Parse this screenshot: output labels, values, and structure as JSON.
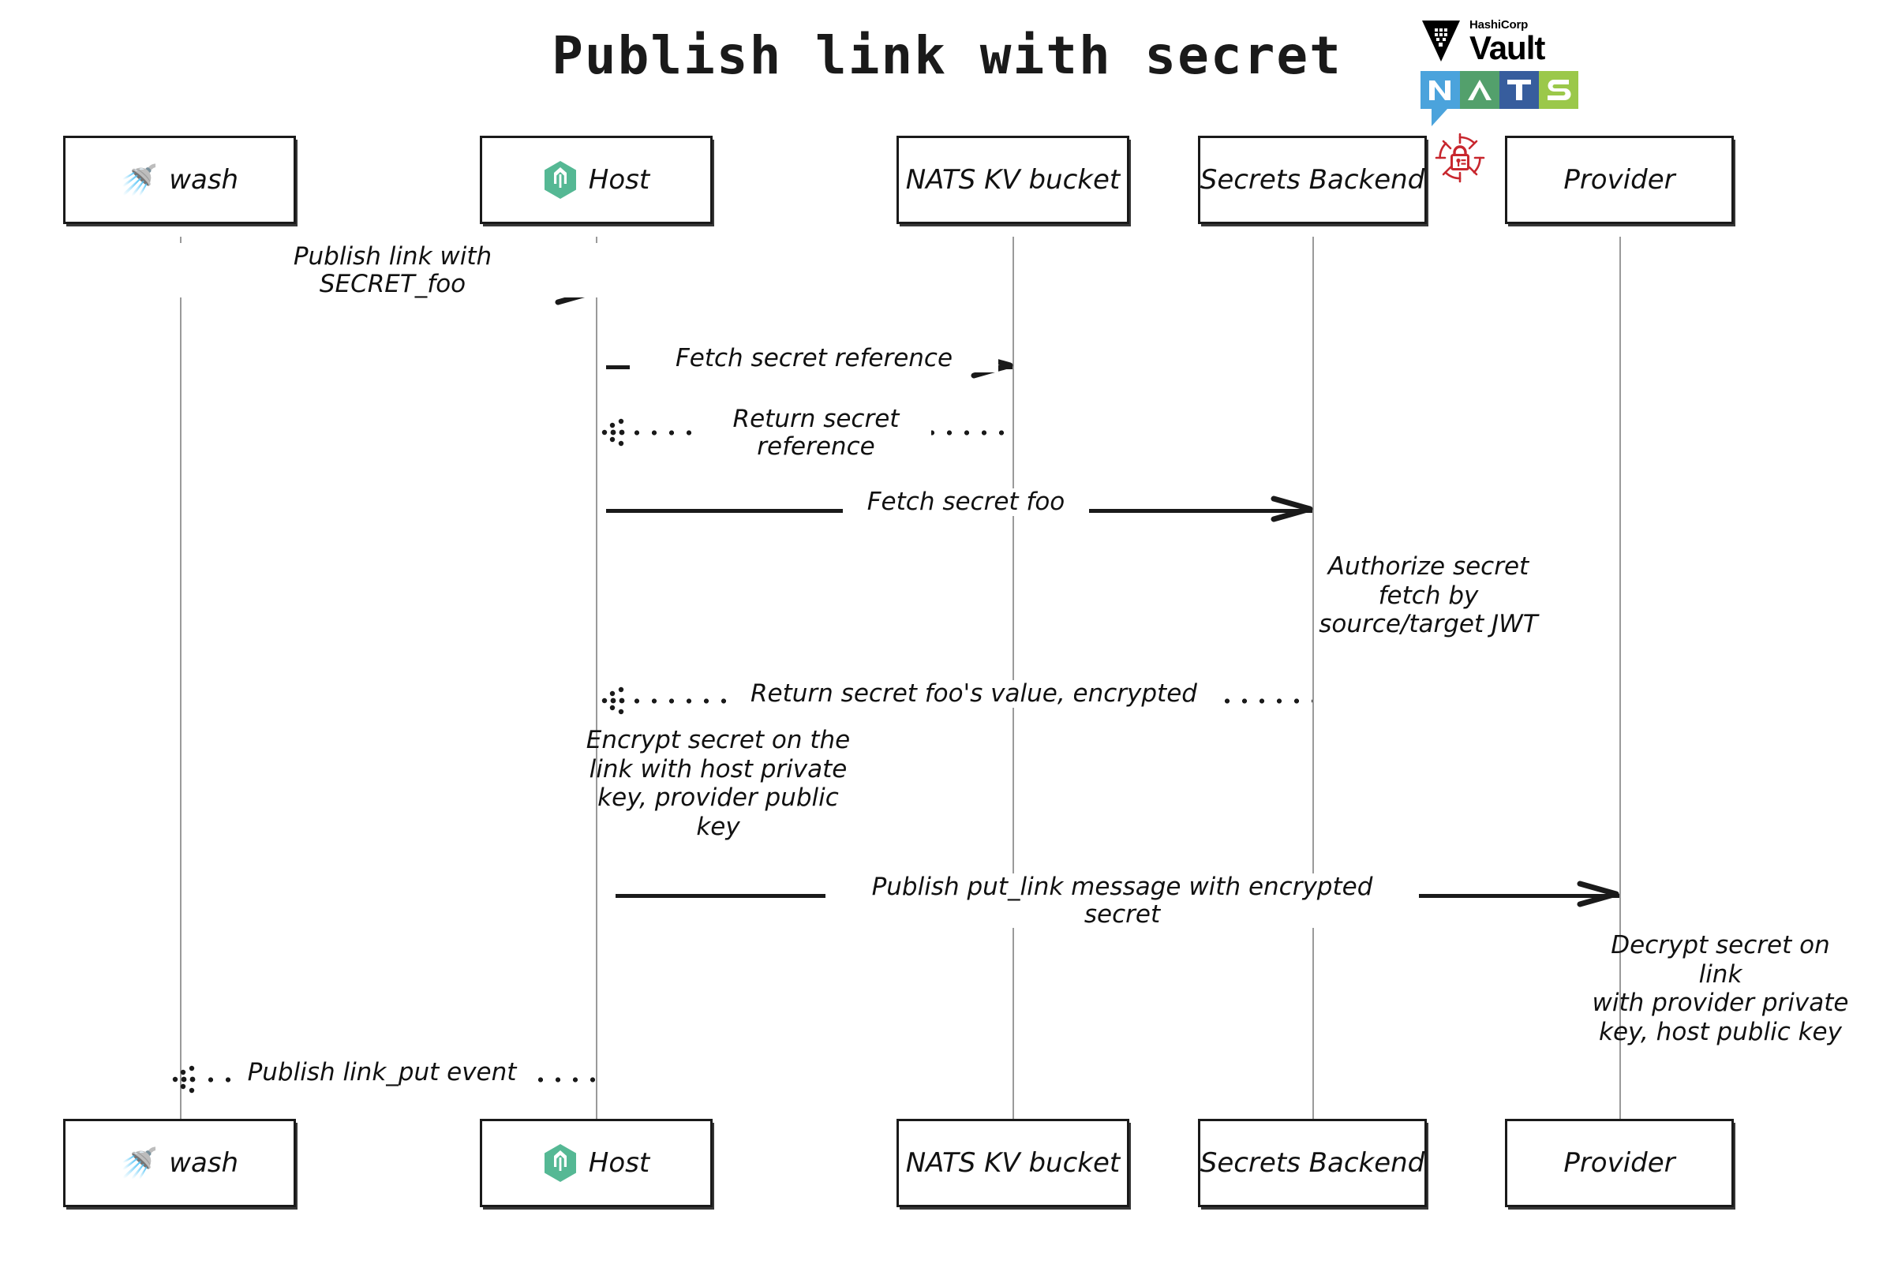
{
  "title": "Publish link with secret",
  "logos": {
    "vault": {
      "brand": "HashiCorp",
      "product": "Vault",
      "mark": "vault-triangle-icon"
    },
    "nats": {
      "letters": [
        "N",
        "A",
        "T",
        "S"
      ],
      "colors": [
        "#4BA3DC",
        "#53A06C",
        "#375D9D",
        "#9BC84A"
      ]
    },
    "lock": {
      "name": "secure-lock-icon",
      "color": "#C8272E"
    }
  },
  "participants": [
    {
      "id": "wash",
      "label": "wash",
      "icon": "shower-emoji",
      "glyph": "🚿"
    },
    {
      "id": "host",
      "label": "Host",
      "icon": "wasmcloud-hexagon-icon",
      "color": "#55B894"
    },
    {
      "id": "nats-kv",
      "label": "NATS KV bucket",
      "icon": null
    },
    {
      "id": "secrets-backend",
      "label": "Secrets Backend",
      "icon": null
    },
    {
      "id": "provider",
      "label": "Provider",
      "icon": null
    }
  ],
  "messages": [
    {
      "id": "m1",
      "from": "wash",
      "to": "host",
      "label": "Publish link with\nSECRET_foo",
      "style": "solid"
    },
    {
      "id": "m2",
      "from": "host",
      "to": "nats-kv",
      "label": "Fetch secret reference",
      "style": "solid"
    },
    {
      "id": "m3",
      "from": "nats-kv",
      "to": "host",
      "label": "Return secret\nreference",
      "style": "dotted"
    },
    {
      "id": "m4",
      "from": "host",
      "to": "secrets-backend",
      "label": "Fetch secret foo",
      "style": "solid"
    },
    {
      "id": "m5",
      "from": "secrets-backend",
      "to": "host",
      "label": "Return secret foo's value, encrypted",
      "style": "dotted"
    },
    {
      "id": "m6",
      "from": "host",
      "to": "provider",
      "label": "Publish put_link message with encrypted secret",
      "style": "solid"
    },
    {
      "id": "m7",
      "from": "host",
      "to": "wash",
      "label": "Publish link_put event",
      "style": "dotted"
    }
  ],
  "notes": [
    {
      "id": "n1",
      "over": "secrets-backend",
      "text": "Authorize secret\nfetch by\nsource/target JWT"
    },
    {
      "id": "n2",
      "over": "host",
      "text": "Encrypt secret on the\nlink with host private\nkey, provider public\nkey"
    },
    {
      "id": "n3",
      "over": "provider",
      "text": "Decrypt secret on link\nwith provider private\nkey, host public key"
    }
  ]
}
